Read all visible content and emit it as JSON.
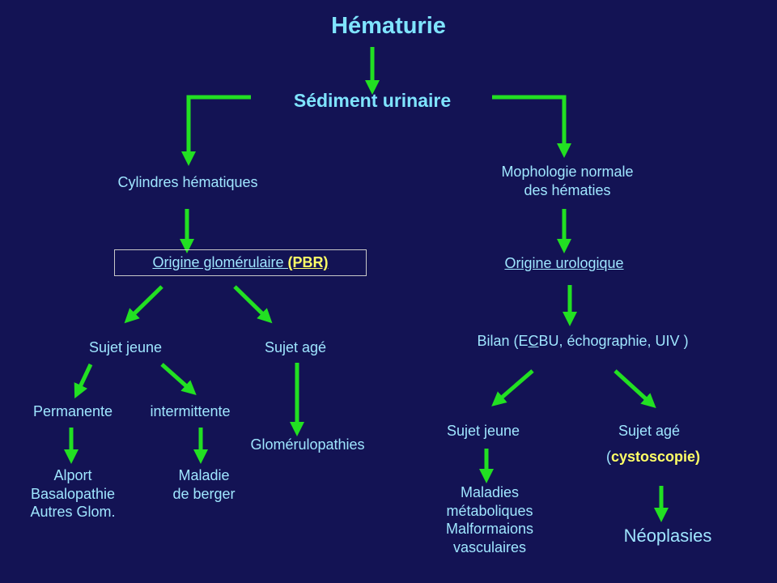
{
  "colors": {
    "background": "#131354",
    "arrow": "#22e022",
    "cyan_text": "#9fe6ff",
    "yellow_text": "#ffff66"
  },
  "title": "Hématurie",
  "sediment": "Sédiment urinaire",
  "left": {
    "cylindres": "Cylindres hématiques",
    "origine_label": "Origine glomérulaire ",
    "origine_pbr": "(PBR)",
    "sujet_jeune": "Sujet jeune",
    "sujet_age": "Sujet agé",
    "permanente": "Permanente",
    "intermittente": "intermittente",
    "glomerulopathies": "Glomérulopathies",
    "alport_lines": [
      "Alport",
      "Basalopathie",
      "Autres Glom."
    ],
    "berger_lines": [
      "Maladie",
      "de berger"
    ]
  },
  "right": {
    "morphologie_lines": [
      "Mophologie normale",
      "des hématies"
    ],
    "origine": "Origine urologique",
    "bilan_prefix": "Bilan (E",
    "bilan_underlined": "C",
    "bilan_suffix": "BU, échographie, UIV )",
    "sujet_jeune": "Sujet jeune",
    "sujet_age": "Sujet agé",
    "cysto_open": "(",
    "cysto": "cystoscopie)",
    "maladies_lines": [
      "Maladies",
      " métaboliques",
      "Malformaions",
      "vasculaires"
    ],
    "neoplasies": "Néoplasies"
  }
}
